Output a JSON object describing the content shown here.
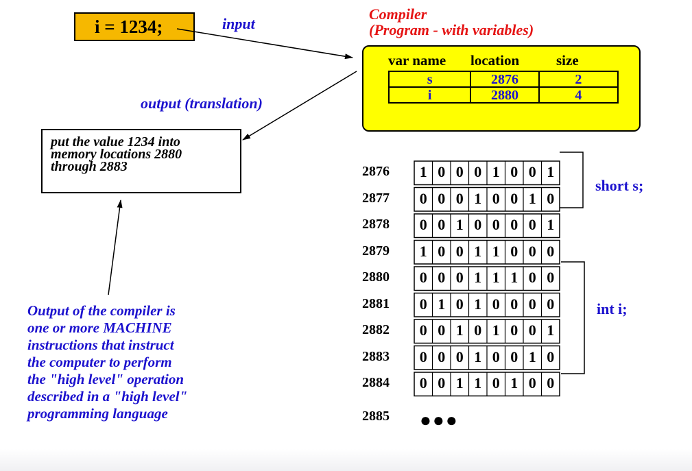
{
  "code_statement": "i = 1234;",
  "input_label": "input",
  "output_label": "output (translation)",
  "compiler": {
    "title": "Compiler",
    "subtitle": "(Program - with variables)",
    "headers": [
      "var name",
      "location",
      "size"
    ],
    "rows": [
      [
        "s",
        "2876",
        "2"
      ],
      [
        "i",
        "2880",
        "4"
      ]
    ]
  },
  "translation_lines": [
    "put the value 1234 into",
    "memory locations 2880",
    "through 2883"
  ],
  "explanation_lines": [
    "Output of the compiler is",
    "one or more MACHINE",
    "instructions that instruct",
    "the computer to perform",
    "the \"high level\" operation",
    "described in a \"high level\"",
    "programming language"
  ],
  "memory": {
    "rows": [
      {
        "address": "2876",
        "bits": [
          "1",
          "0",
          "0",
          "0",
          "1",
          "0",
          "0",
          "1"
        ]
      },
      {
        "address": "2877",
        "bits": [
          "0",
          "0",
          "0",
          "1",
          "0",
          "0",
          "1",
          "0"
        ]
      },
      {
        "address": "2878",
        "bits": [
          "0",
          "0",
          "1",
          "0",
          "0",
          "0",
          "0",
          "1"
        ]
      },
      {
        "address": "2879",
        "bits": [
          "1",
          "0",
          "0",
          "1",
          "1",
          "0",
          "0",
          "0"
        ]
      },
      {
        "address": "2880",
        "bits": [
          "0",
          "0",
          "0",
          "1",
          "1",
          "1",
          "0",
          "0"
        ]
      },
      {
        "address": "2881",
        "bits": [
          "0",
          "1",
          "0",
          "1",
          "0",
          "0",
          "0",
          "0"
        ]
      },
      {
        "address": "2882",
        "bits": [
          "0",
          "0",
          "1",
          "0",
          "1",
          "0",
          "0",
          "1"
        ]
      },
      {
        "address": "2883",
        "bits": [
          "0",
          "0",
          "0",
          "1",
          "0",
          "0",
          "1",
          "0"
        ]
      },
      {
        "address": "2884",
        "bits": [
          "0",
          "0",
          "1",
          "1",
          "0",
          "1",
          "0",
          "0"
        ]
      }
    ],
    "last_address": "2885",
    "ellipsis": "●●●"
  },
  "short_label": "short   s;",
  "int_label": "int  i;",
  "colors": {
    "accent_blue": "#1c12ce",
    "accent_red": "#e51414",
    "code_box": "#f6b800",
    "compiler_box": "#ffff00"
  }
}
